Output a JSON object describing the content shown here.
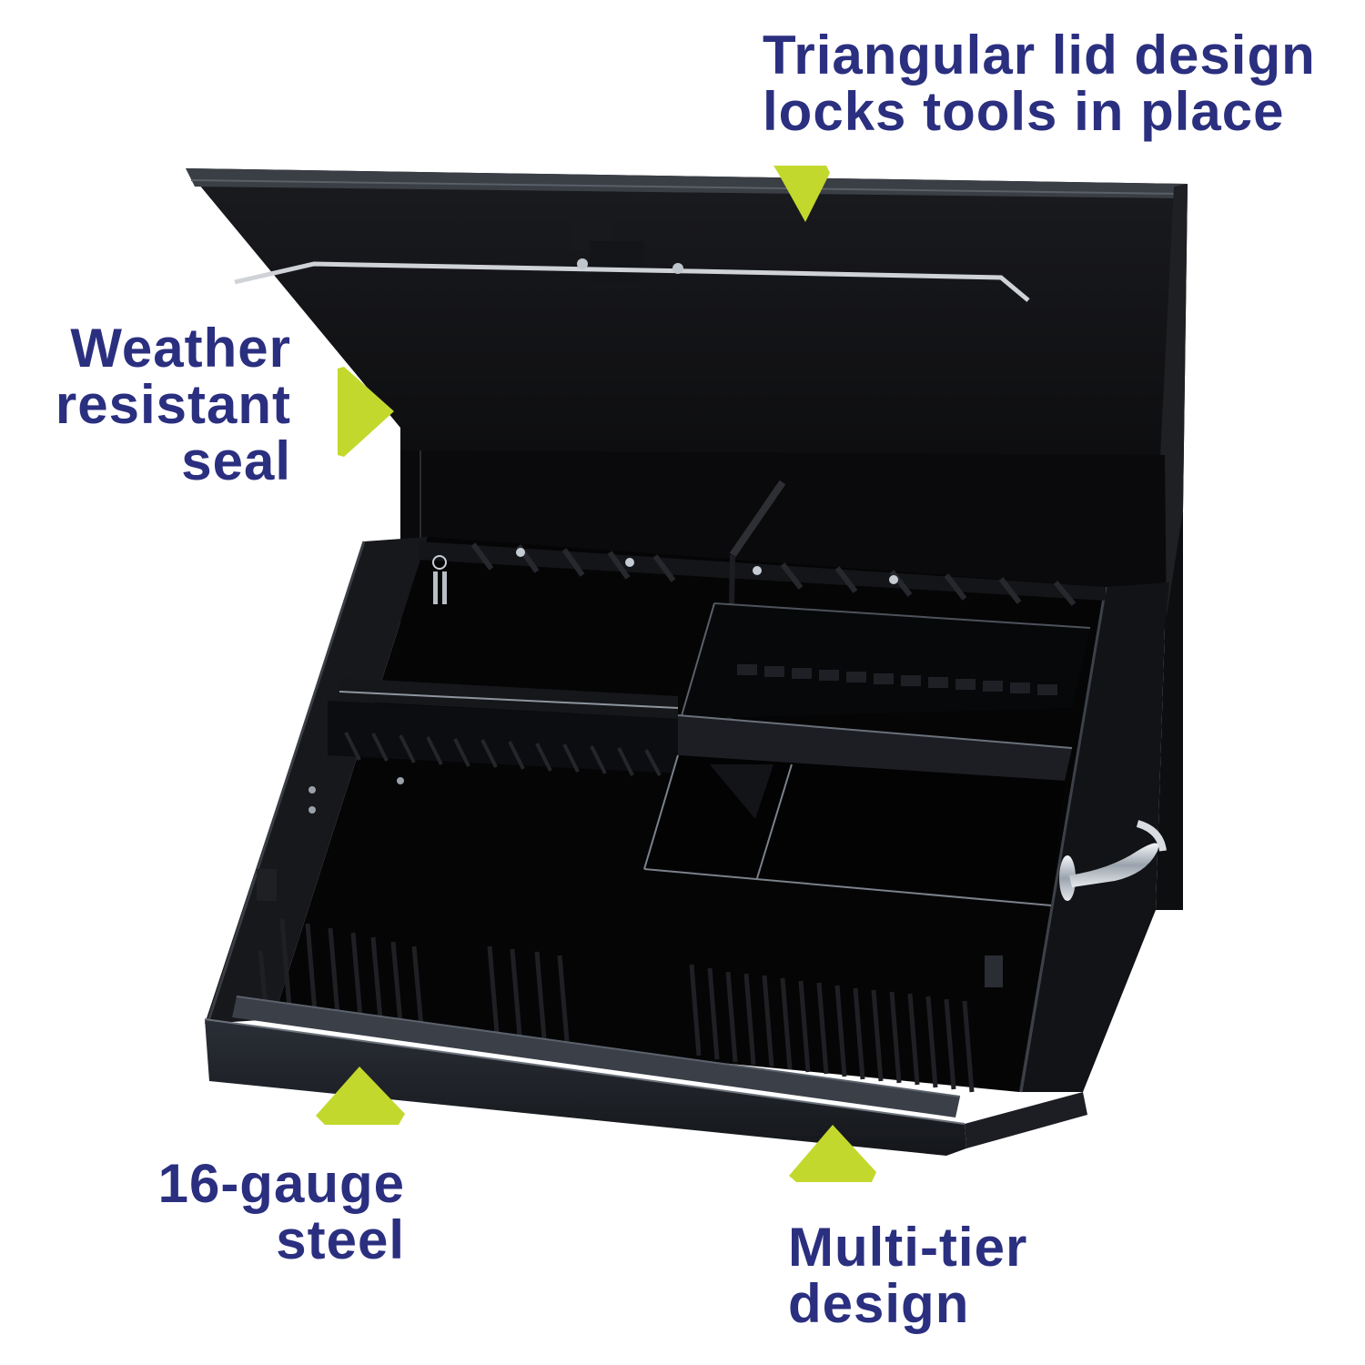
{
  "theme": {
    "text_color": "#2b2f7f",
    "arrow_color": "#c3d82c",
    "box_color": "#0b0c0e",
    "box_edge_color": "#2a2d33",
    "background": "#ffffff"
  },
  "product": {
    "name": "Black steel triangular portable tool chest, lid open"
  },
  "callouts": [
    {
      "id": "lid",
      "lines": [
        "Triangular lid design",
        "locks tools in place"
      ],
      "arrow_direction": "down"
    },
    {
      "id": "seal",
      "lines": [
        "Weather",
        "resistant",
        "seal"
      ],
      "arrow_direction": "right"
    },
    {
      "id": "gauge",
      "lines": [
        "16-gauge",
        "steel"
      ],
      "arrow_direction": "up"
    },
    {
      "id": "tier",
      "lines": [
        "Multi-tier",
        "design"
      ],
      "arrow_direction": "up"
    }
  ]
}
